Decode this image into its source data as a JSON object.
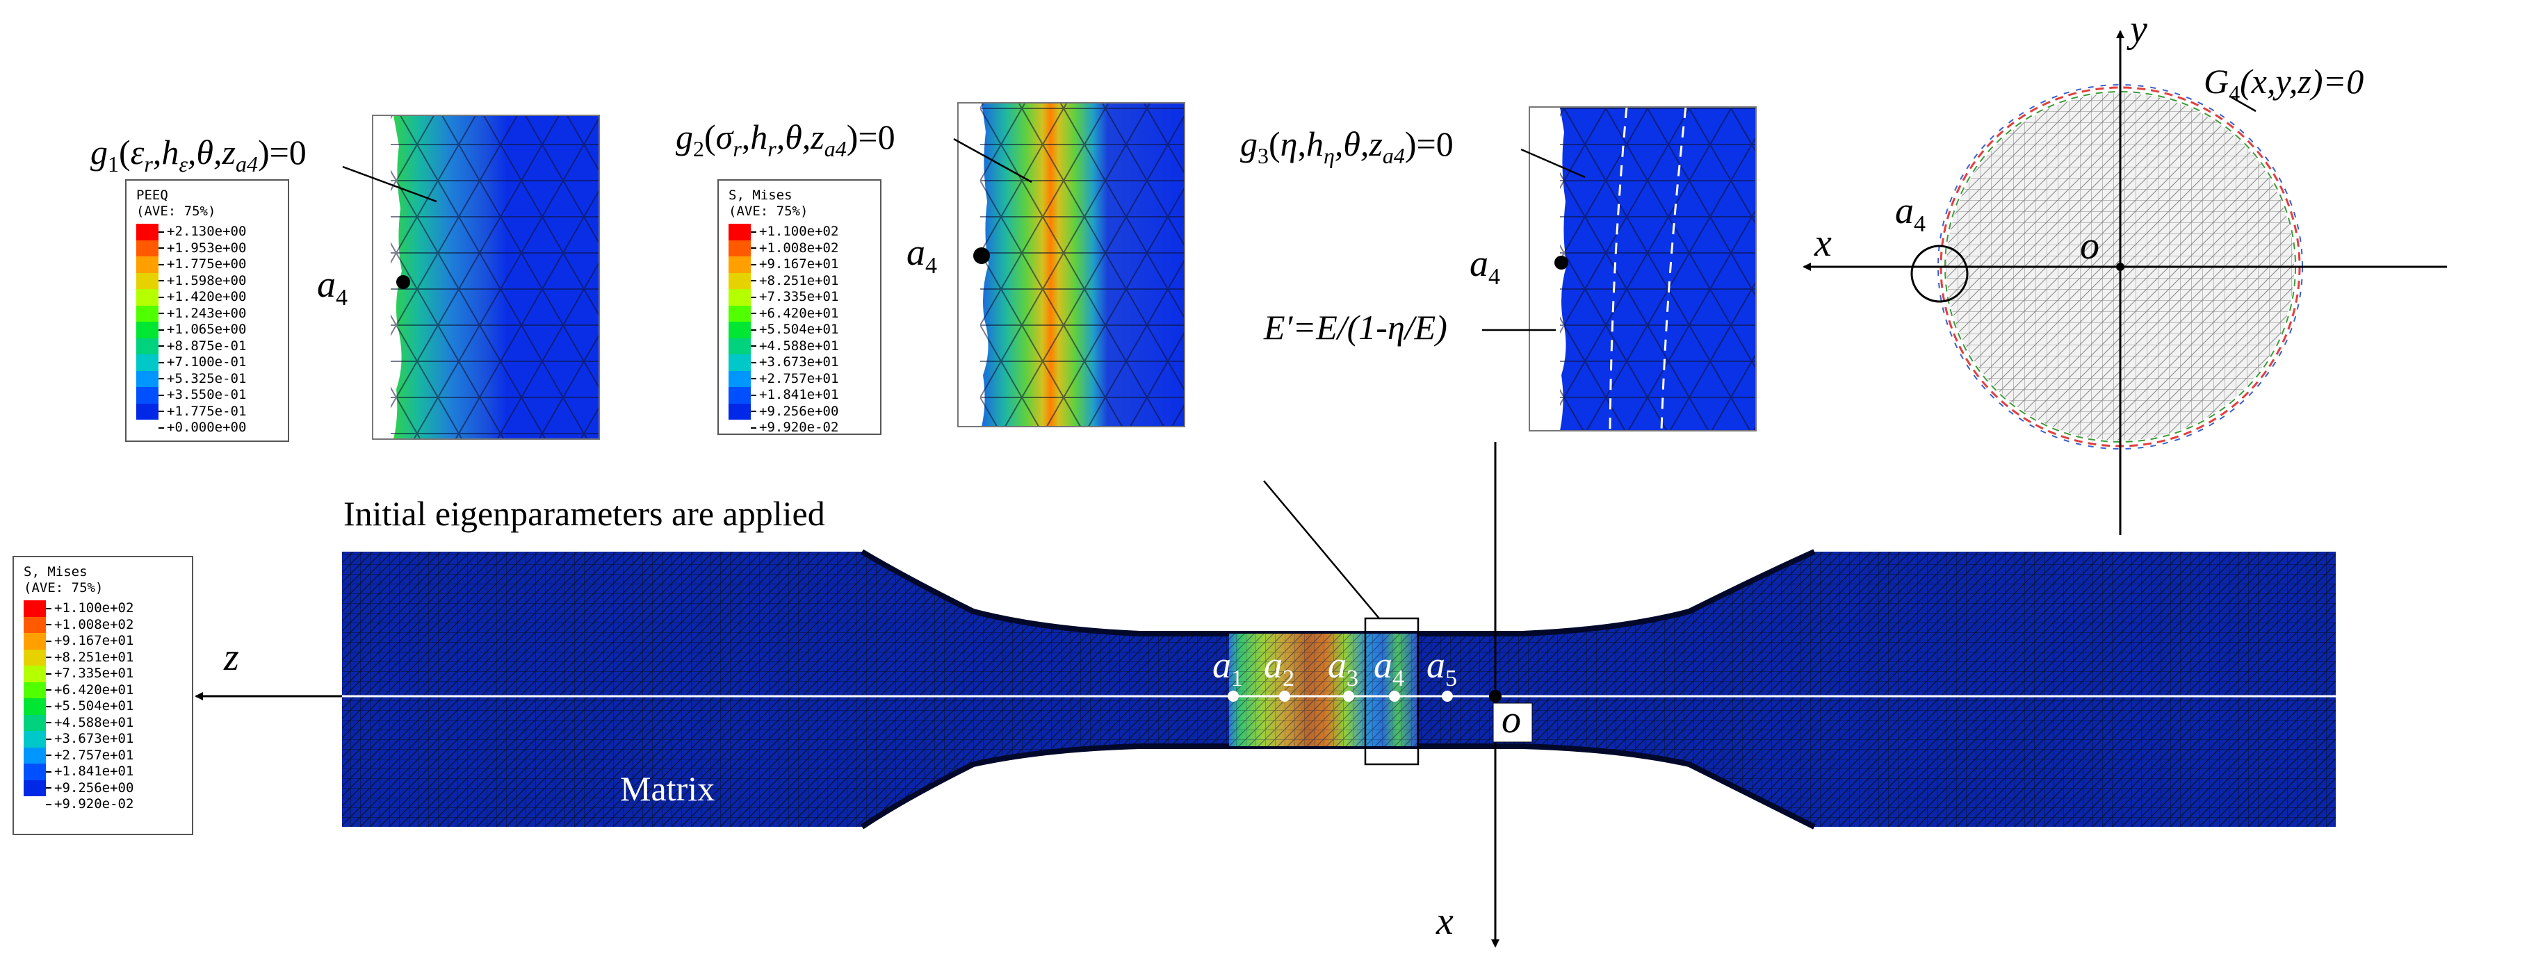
{
  "legends": {
    "peeq": {
      "title": "PEEQ",
      "subtitle": "(AVE: 75%)",
      "values": [
        "+2.130e+00",
        "+1.953e+00",
        "+1.775e+00",
        "+1.598e+00",
        "+1.420e+00",
        "+1.243e+00",
        "+1.065e+00",
        "+8.875e-01",
        "+7.100e-01",
        "+5.325e-01",
        "+3.550e-01",
        "+1.775e-01",
        "+0.000e+00"
      ]
    },
    "mises_zoom": {
      "title": "S, Mises",
      "subtitle": "(AVE: 75%)",
      "values": [
        "+1.100e+02",
        "+1.008e+02",
        "+9.167e+01",
        "+8.251e+01",
        "+7.335e+01",
        "+6.420e+01",
        "+5.504e+01",
        "+4.588e+01",
        "+3.673e+01",
        "+2.757e+01",
        "+1.841e+01",
        "+9.256e+00",
        "+9.920e-02"
      ]
    },
    "mises_main": {
      "title": "S, Mises",
      "subtitle": "(AVE: 75%)",
      "values": [
        "+1.100e+02",
        "+1.008e+02",
        "+9.167e+01",
        "+8.251e+01",
        "+7.335e+01",
        "+6.420e+01",
        "+5.504e+01",
        "+4.588e+01",
        "+3.673e+01",
        "+2.757e+01",
        "+1.841e+01",
        "+9.256e+00",
        "+9.920e-02"
      ]
    }
  },
  "legend_colors": [
    "#ff0000",
    "#ff5a00",
    "#ffa000",
    "#e6d200",
    "#b4ff00",
    "#50ff00",
    "#00e632",
    "#00d27d",
    "#00c8c8",
    "#0096ff",
    "#0050ff",
    "#0028e6",
    "#0000c8"
  ],
  "labels": {
    "g1_sym": "g",
    "g1_sub": "1",
    "g1_args_prefix": "(",
    "g1_eps": "ε",
    "g1_eps_sub": "r",
    "g1_comma1": ",",
    "g1_h": "h",
    "g1_h_sub": "ε",
    "g1_rest": ",θ,z",
    "g1_z_sub": "a4",
    "g1_eq": ")=0",
    "g2_sym": "g",
    "g2_sub": "2",
    "g2_args_prefix": "(",
    "g2_sig": "σ",
    "g2_sig_sub": "r",
    "g2_comma1": ",",
    "g2_h": "h",
    "g2_h_sub": "r",
    "g2_rest": ",θ,z",
    "g2_z_sub": "a4",
    "g2_eq": ")=0",
    "g3_sym": "g",
    "g3_sub": "3",
    "g3_args_prefix": "(",
    "g3_eta": "η",
    "g3_comma1": ",",
    "g3_h": "h",
    "g3_h_sub": "η",
    "g3_rest": ",θ,z",
    "g3_z_sub": "a4",
    "g3_eq": ")=0",
    "G4_sym": "G",
    "G4_sub": "4",
    "G4_rest": "(x,y,z)=0",
    "a_sym": "a",
    "a4_sub": "4",
    "e_prime": "E′=E/(1-η/E)",
    "initial": "Initial eigenparameters are applied",
    "matrix": "Matrix",
    "axis_x": "x",
    "axis_y": "y",
    "axis_z": "z",
    "axis_o": "o",
    "points": [
      {
        "sym": "a",
        "sub": "1"
      },
      {
        "sym": "a",
        "sub": "2"
      },
      {
        "sym": "a",
        "sub": "3"
      },
      {
        "sym": "a",
        "sub": "4"
      },
      {
        "sym": "a",
        "sub": "5"
      }
    ]
  }
}
